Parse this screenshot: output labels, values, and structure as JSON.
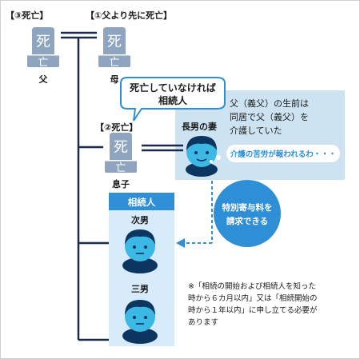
{
  "labels": {
    "father_died": "【③死亡】",
    "mother_died": "【①父より先に死亡】",
    "father": "父",
    "mother": "母",
    "son_died": "【②死亡】",
    "son": "息子",
    "wife_title": "長男の妻",
    "heirs_header": "相続人",
    "second_son": "次男",
    "third_son": "三男"
  },
  "tombstone_char_top": "死",
  "tombstone_char_bottom": "亡",
  "speech_bubble": {
    "line1": "死亡していなければ",
    "line2": "相続人"
  },
  "care_box": {
    "line1": "父（義父）の生前は",
    "line2": "同居で父（義父）を",
    "line3": "介護していた",
    "thought": "介護の苦労が報われるわ・・・"
  },
  "circle_note": {
    "line1": "特別寄与料を",
    "line2": "請求できる"
  },
  "footnote": {
    "line1": "※「相続の開始および相続人を知った",
    "line2": "時から６カ月以内」又は「相続開始の",
    "line3": "時から１年以内」に申し立てる必要が",
    "line4": "あります"
  },
  "colors": {
    "tombstone": "#8fa5bf",
    "line": "#1a2a4a",
    "accent_blue": "#2f8fd6",
    "heir_bg": "#d7ebfa",
    "care_bg": "#cde3f1",
    "face_skin": "#3bb8e3",
    "face_dark": "#0c3560"
  }
}
